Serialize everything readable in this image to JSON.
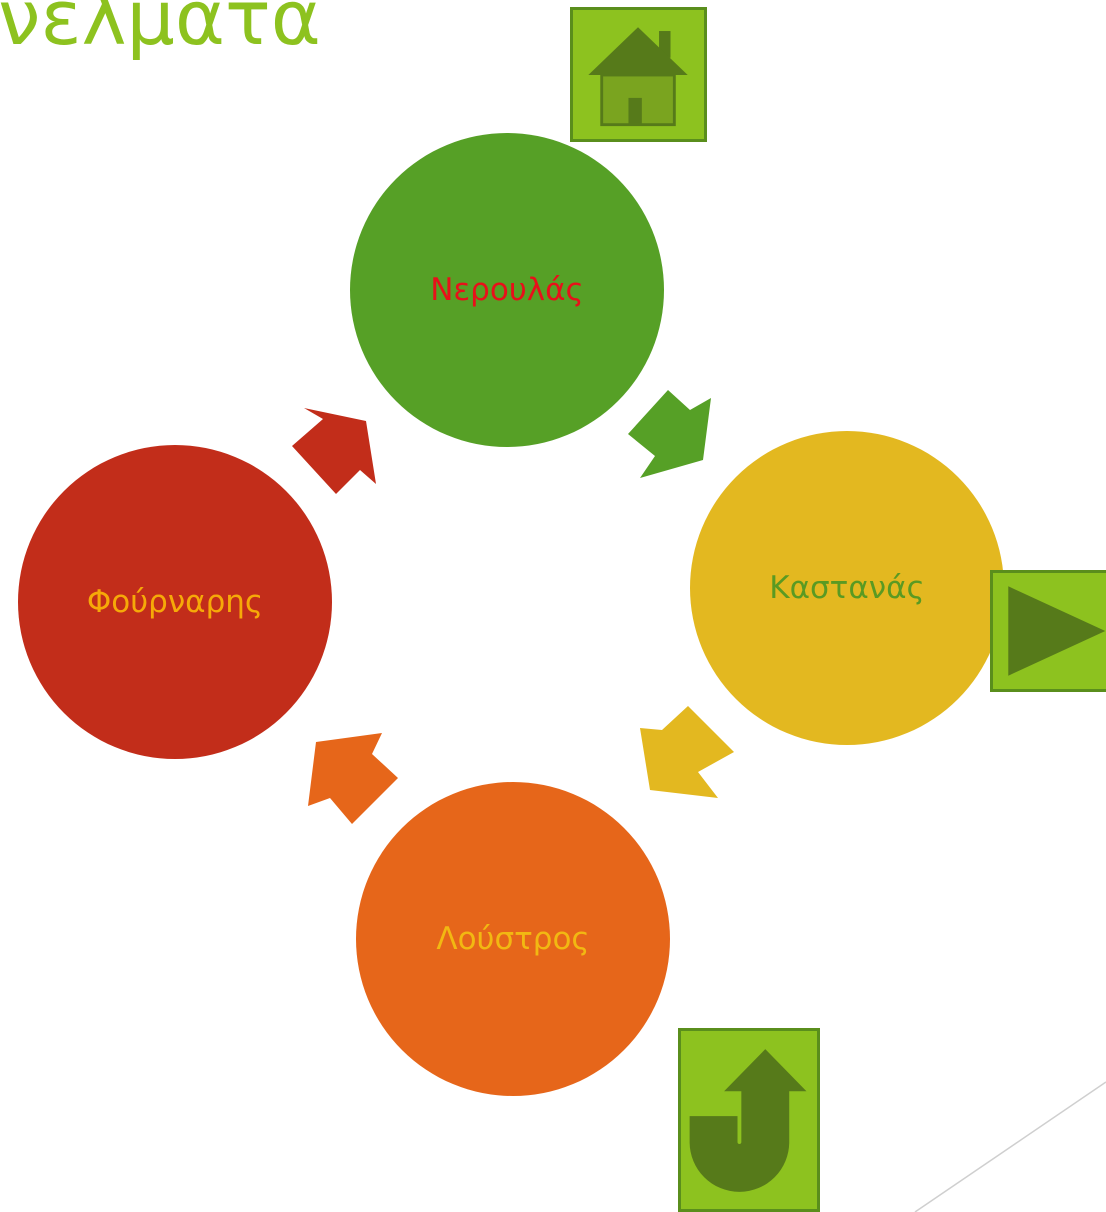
{
  "title": "νελματα",
  "colors": {
    "title": "#8dc21f",
    "button_fill": "#8dc21f",
    "button_border": "#5a8e1c",
    "icon_dark": "#567a1a",
    "icon_mid": "#7aa41f"
  },
  "cycle": {
    "nodes": [
      {
        "label": "Νερουλάς",
        "fill": "#56a026",
        "text_color": "#e8101a"
      },
      {
        "label": "Καστανάς",
        "fill": "#e3b820",
        "text_color": "#5a9a22"
      },
      {
        "label": "Λούστρος",
        "fill": "#e6661a",
        "text_color": "#f2b812"
      },
      {
        "label": "Φούρναρης",
        "fill": "#c22d1a",
        "text_color": "#f6a908"
      }
    ],
    "arrows": [
      {
        "from": "Νερουλάς",
        "to": "Καστανάς",
        "fill": "#56a026"
      },
      {
        "from": "Καστανάς",
        "to": "Λούστρος",
        "fill": "#e3b820"
      },
      {
        "from": "Λούστρος",
        "to": "Φούρναρης",
        "fill": "#e6661a"
      },
      {
        "from": "Φούρναρης",
        "to": "Νερουλάς",
        "fill": "#c22d1a"
      }
    ]
  },
  "nav": {
    "home": {
      "icon": "home-icon"
    },
    "next": {
      "icon": "play-icon"
    },
    "back": {
      "icon": "return-icon"
    }
  }
}
